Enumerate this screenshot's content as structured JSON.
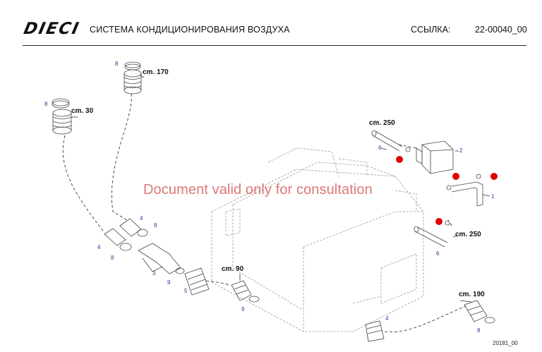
{
  "header": {
    "logo_text": "DIECI",
    "title": "СИСТЕМА КОНДИЦИОНИРОВАНИЯ ВОЗДУХА",
    "reference_label": "ССЫЛКА:",
    "reference_value": "22-00040_00"
  },
  "watermark": "Document valid only for consultation",
  "figure_code": "20181_00",
  "callouts": {
    "c1": "1",
    "c2": "2",
    "c3": "3",
    "c4a": "4",
    "c4b": "4",
    "c4c": "4",
    "c5": "5",
    "c6a": "6",
    "c6b": "6",
    "c8a": "8",
    "c8b": "8",
    "c8c": "8",
    "c8d": "8",
    "c8e": "8",
    "c9a": "9",
    "c9b": "9"
  },
  "references": {
    "r170": "cm. 170",
    "r30": "cm. 30",
    "r250a": "cm. 250",
    "r250b": "cm. 250",
    "r90": "cm. 90",
    "r190": "cm. 190"
  },
  "marker_color": "#e00000",
  "watermark_color": "#d86a6a",
  "callout_color": "#2a3a8a"
}
